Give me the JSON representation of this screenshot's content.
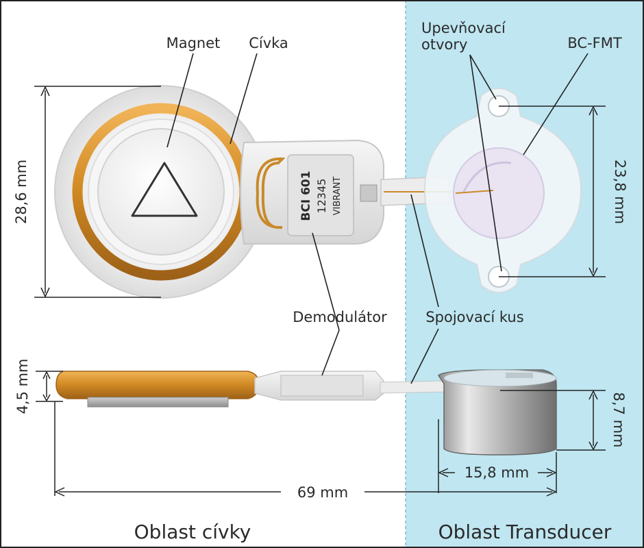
{
  "labels": {
    "magnet": "Magnet",
    "coil": "Cívka",
    "mounting_holes_line1": "Upevňovací",
    "mounting_holes_line2": "otvory",
    "bcfmt": "BC-FMT",
    "demodulator": "Demodulátor",
    "connector": "Spojovací kus",
    "coil_region": "Oblast cívky",
    "transducer_region": "Oblast Transducer"
  },
  "chip_text": {
    "line1": "BCI 601",
    "line2": "12345",
    "line3": "VIBRANT"
  },
  "dimensions": {
    "coil_diameter": "28,6 mm",
    "hole_spacing": "23,8 mm",
    "coil_thickness": "4,5 mm",
    "transducer_height": "8,7 mm",
    "transducer_width": "15,8 mm",
    "total_length": "69 mm"
  },
  "colors": {
    "transducer_region_bg": "#bfe6f1",
    "coil_copper": "#d9952e",
    "frame": "#222222"
  }
}
